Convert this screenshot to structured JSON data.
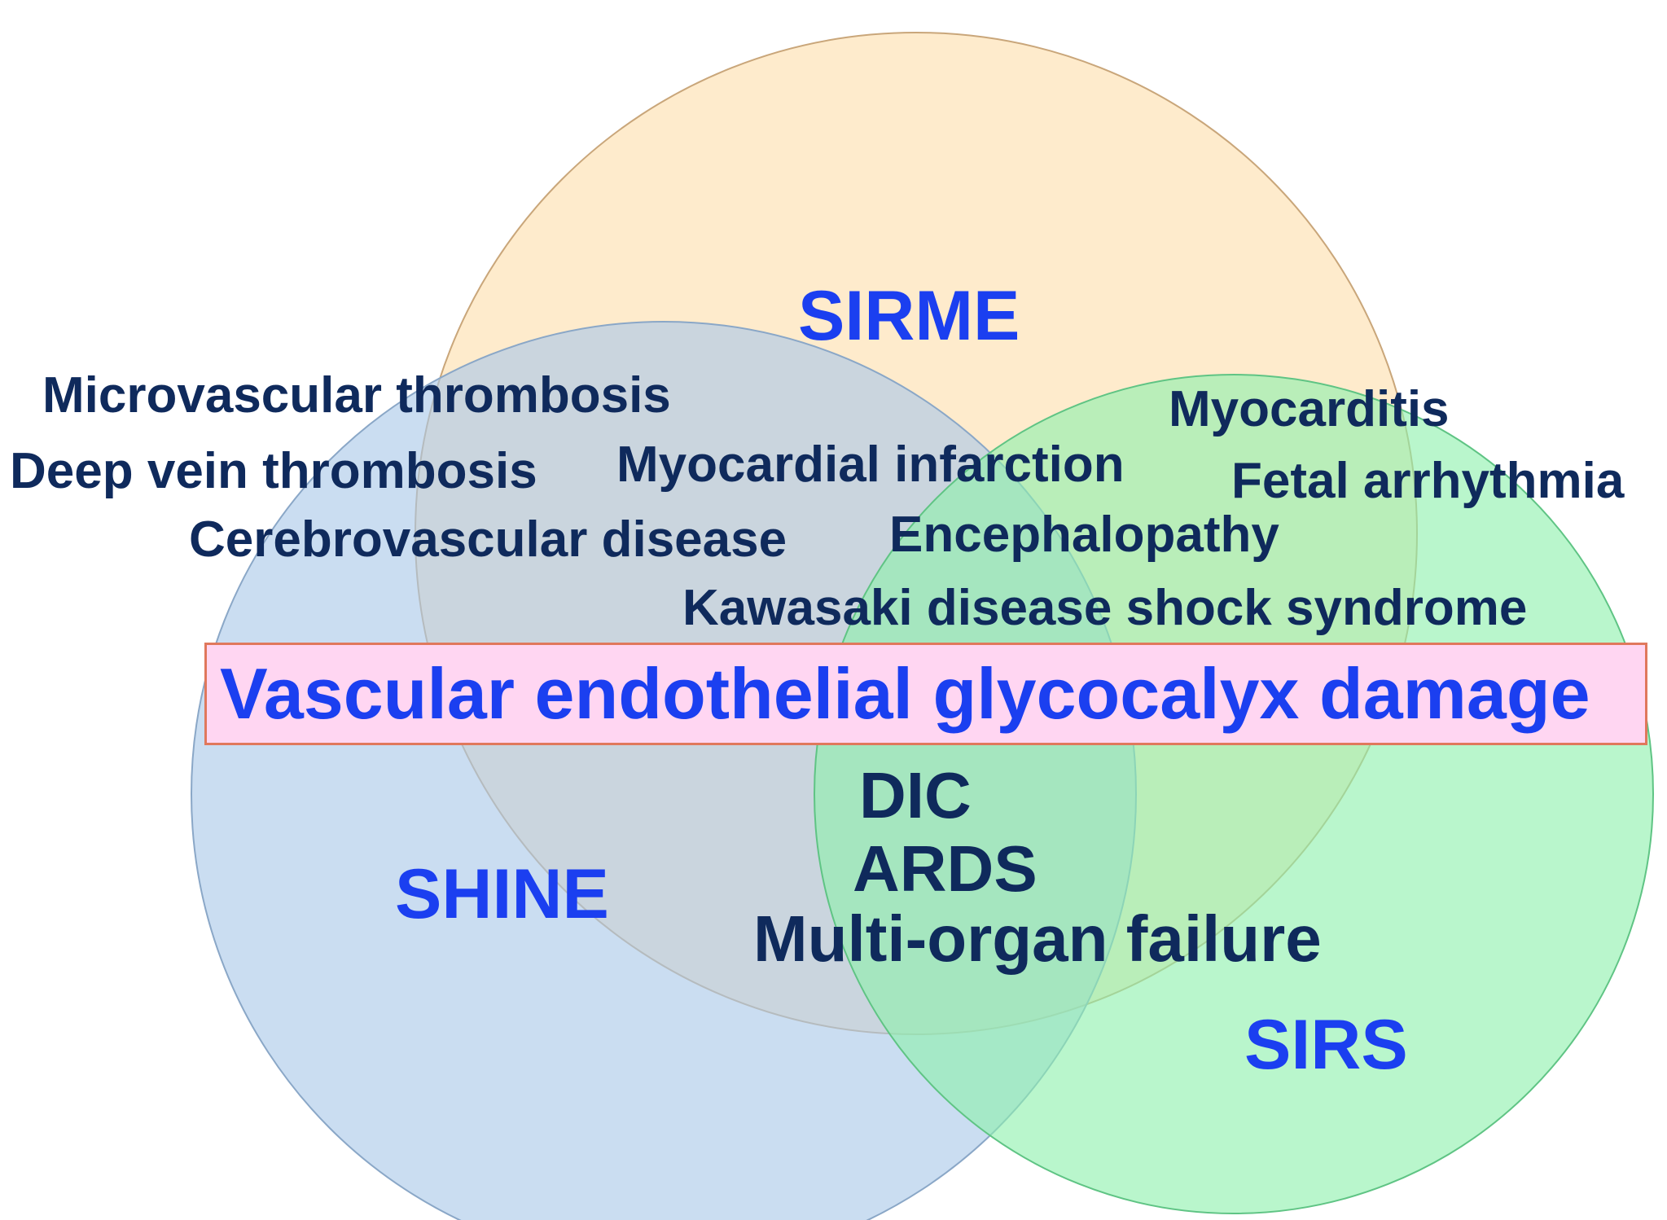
{
  "colors": {
    "sirme": "#fde3b8",
    "shine": "#a9c8e8",
    "sirs": "#8ef0ad",
    "set_label": "#1b3ff0",
    "condition_text": "#0f2a5c",
    "banner_fill": "#ffd6f2",
    "banner_border": "#e0785c"
  },
  "sets": {
    "sirme": "SIRME",
    "shine": "SHINE",
    "sirs": "SIRS"
  },
  "banner": "Vascular endothelial glycocalyx damage",
  "conditions": {
    "microvascular_thrombosis": "Microvascular thrombosis",
    "deep_vein_thrombosis": "Deep vein thrombosis",
    "cerebrovascular_disease": "Cerebrovascular disease",
    "myocardial_infarction": "Myocardial infarction",
    "myocarditis": "Myocarditis",
    "fetal_arrhythmia": "Fetal arrhythmia",
    "encephalopathy": "Encephalopathy",
    "kawasaki": "Kawasaki disease shock syndrome",
    "dic": "DIC",
    "ards": "ARDS",
    "multi_organ_failure": "Multi-organ failure"
  }
}
